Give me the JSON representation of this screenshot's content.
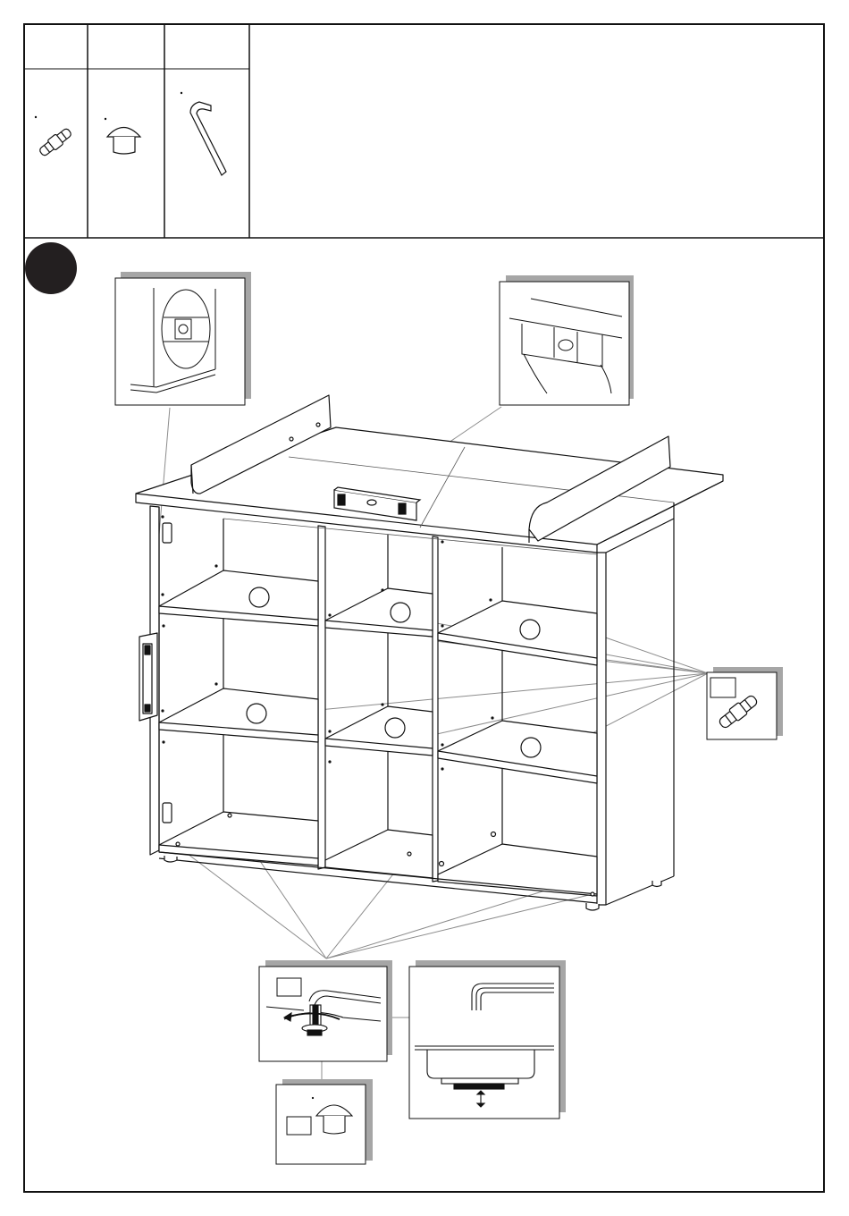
{
  "header": {
    "parts": [
      {
        "id": "dowel",
        "icon": "wooden-dowel-icon",
        "label": ""
      },
      {
        "id": "cap",
        "icon": "cover-cap-icon",
        "label": ""
      },
      {
        "id": "key",
        "icon": "allen-key-icon",
        "label": ""
      }
    ],
    "instructions_text": ""
  },
  "step": {
    "number": "",
    "badge_color": "#231f20"
  },
  "callouts": [
    {
      "id": "hinge-hole-detail",
      "icon": "cam-lock-hole-icon"
    },
    {
      "id": "level-detail",
      "icon": "spirit-level-icon"
    },
    {
      "id": "shelf-pin-detail",
      "icon": "shelf-pin-icon",
      "qty": ""
    },
    {
      "id": "leveling-foot-detail",
      "icon": "leveling-foot-icon",
      "qty": ""
    },
    {
      "id": "allen-adjust-detail",
      "icon": "allen-key-adjust-icon"
    },
    {
      "id": "cap-detail",
      "icon": "cover-cap-icon",
      "qty": ""
    }
  ],
  "colors": {
    "line": "#222222",
    "shadow": "#a6a6a6",
    "leader": "#8c8c8c"
  }
}
